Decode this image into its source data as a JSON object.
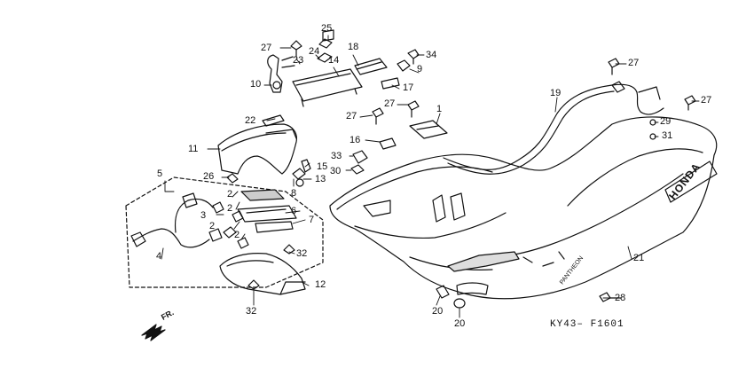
{
  "diagram": {
    "figure_code": "KY43– F1601",
    "front_label": "FR.",
    "decal_brand": "HONDA",
    "decal_model": "PANTHEON",
    "callouts": [
      {
        "id": "c1",
        "text": "1"
      },
      {
        "id": "c2a",
        "text": "2"
      },
      {
        "id": "c2b",
        "text": "2"
      },
      {
        "id": "c2c",
        "text": "2"
      },
      {
        "id": "c2d",
        "text": "2"
      },
      {
        "id": "c3",
        "text": "3"
      },
      {
        "id": "c4",
        "text": "4"
      },
      {
        "id": "c5",
        "text": "5"
      },
      {
        "id": "c6",
        "text": "6"
      },
      {
        "id": "c7",
        "text": "7"
      },
      {
        "id": "c8",
        "text": "8"
      },
      {
        "id": "c9",
        "text": "9"
      },
      {
        "id": "c10",
        "text": "10"
      },
      {
        "id": "c11",
        "text": "11"
      },
      {
        "id": "c12",
        "text": "12"
      },
      {
        "id": "c13",
        "text": "13"
      },
      {
        "id": "c14",
        "text": "14"
      },
      {
        "id": "c15",
        "text": "15"
      },
      {
        "id": "c16",
        "text": "16"
      },
      {
        "id": "c17",
        "text": "17"
      },
      {
        "id": "c18",
        "text": "18"
      },
      {
        "id": "c19",
        "text": "19"
      },
      {
        "id": "c20a",
        "text": "20"
      },
      {
        "id": "c20b",
        "text": "20"
      },
      {
        "id": "c21",
        "text": "21"
      },
      {
        "id": "c22",
        "text": "22"
      },
      {
        "id": "c23",
        "text": "23"
      },
      {
        "id": "c24",
        "text": "24"
      },
      {
        "id": "c25",
        "text": "25"
      },
      {
        "id": "c26",
        "text": "26"
      },
      {
        "id": "c27a",
        "text": "27"
      },
      {
        "id": "c27b",
        "text": "27"
      },
      {
        "id": "c27c",
        "text": "27"
      },
      {
        "id": "c27d",
        "text": "27"
      },
      {
        "id": "c27e",
        "text": "27"
      },
      {
        "id": "c28",
        "text": "28"
      },
      {
        "id": "c29",
        "text": "29"
      },
      {
        "id": "c30",
        "text": "30"
      },
      {
        "id": "c31",
        "text": "31"
      },
      {
        "id": "c32a",
        "text": "32"
      },
      {
        "id": "c32b",
        "text": "32"
      },
      {
        "id": "c33",
        "text": "33"
      },
      {
        "id": "c34",
        "text": "34"
      }
    ]
  }
}
